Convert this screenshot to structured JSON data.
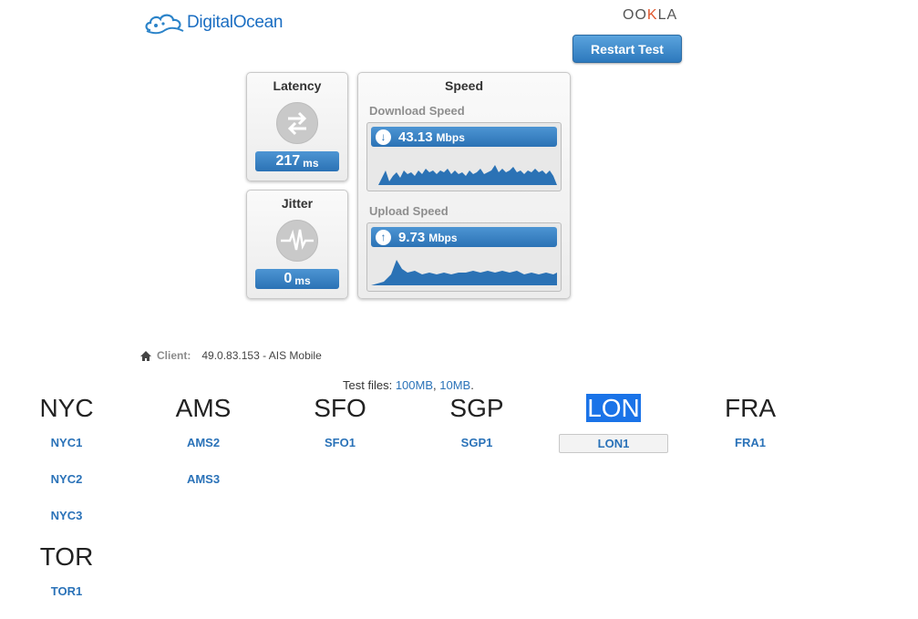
{
  "brand": {
    "logo_text": "DigitalOcean",
    "ookla_prefix": "OO",
    "ookla_accent": "K",
    "ookla_suffix": "LA"
  },
  "toolbar": {
    "restart_label": "Restart Test"
  },
  "latency": {
    "title": "Latency",
    "value": "217",
    "unit": "ms"
  },
  "jitter": {
    "title": "Jitter",
    "value": "0",
    "unit": "ms"
  },
  "speed": {
    "title": "Speed",
    "download": {
      "label": "Download Speed",
      "value": "43.13",
      "unit": "Mbps"
    },
    "upload": {
      "label": "Upload Speed",
      "value": "9.73",
      "unit": "Mbps"
    }
  },
  "client": {
    "label": "Client:",
    "value": "49.0.83.153 - AIS Mobile"
  },
  "test_files": {
    "prefix": "Test files:",
    "link1": "100MB",
    "sep": ",",
    "link2": "10MB",
    "suffix": "."
  },
  "regions": [
    {
      "city": "NYC",
      "servers": [
        "NYC1",
        "NYC2",
        "NYC3"
      ]
    },
    {
      "city": "AMS",
      "servers": [
        "AMS2",
        "AMS3"
      ]
    },
    {
      "city": "SFO",
      "servers": [
        "SFO1"
      ]
    },
    {
      "city": "SGP",
      "servers": [
        "SGP1"
      ]
    },
    {
      "city": "LON",
      "servers": [
        "LON1"
      ],
      "selected": true
    },
    {
      "city": "FRA",
      "servers": [
        "FRA1"
      ]
    },
    {
      "city": "TOR",
      "servers": [
        "TOR1"
      ]
    }
  ],
  "colors": {
    "accent": "#2b72b5",
    "link": "#2a72b8",
    "selection": "#1a73e8"
  }
}
